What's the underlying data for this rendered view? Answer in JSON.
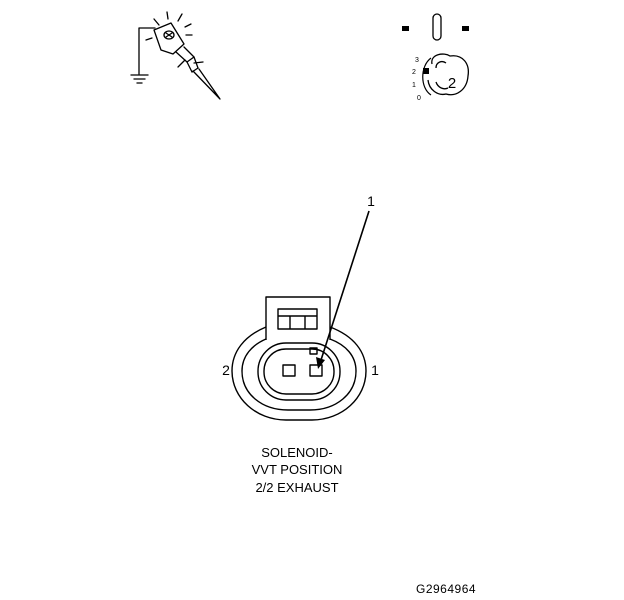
{
  "colors": {
    "ink": "#000000",
    "paper": "#ffffff"
  },
  "icons": {
    "probe": "test-probe-icon",
    "ground": "ground-icon",
    "ignition": "ignition-switch-icon"
  },
  "ignition_key": {
    "positions": [
      "3",
      "2",
      "1",
      "0"
    ],
    "key_label": "2"
  },
  "connector": {
    "callout": "1",
    "pin_left": "2",
    "pin_right": "1"
  },
  "caption": {
    "line1": "SOLENOID-",
    "line2": "VVT POSITION",
    "line3": "2/2 EXHAUST"
  },
  "figure_id": "G2964964"
}
